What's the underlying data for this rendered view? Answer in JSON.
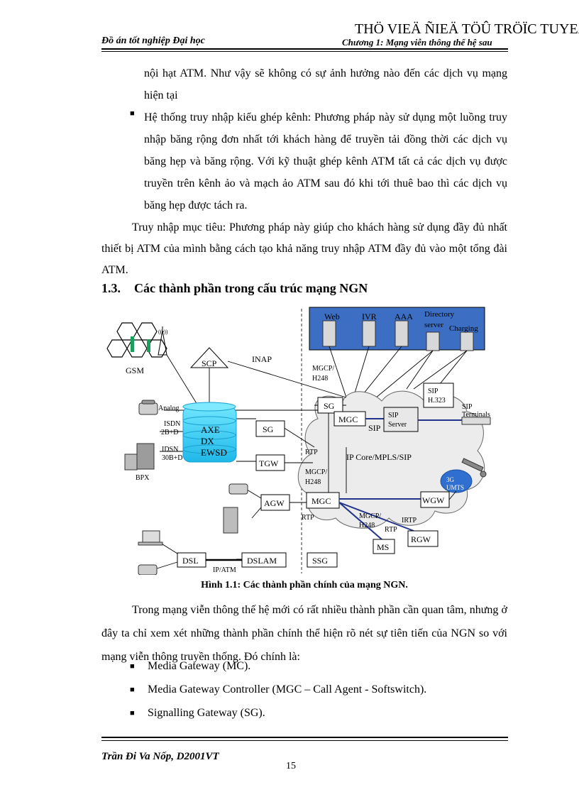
{
  "header": {
    "watermark": "THÖ VIEÄ ÑIEÄ TÖÛ TRÖÏC TUYEÁ",
    "left": "Đồ án tốt nghiệp Đại học",
    "right": "Chương 1: Mạng viễn thông thế hệ sau"
  },
  "body": {
    "para1": "nội hạt ATM. Như vậy sẽ không có sự ảnh hưởng nào đến các dịch vụ mạng hiện tại",
    "bullet1": "Hệ thống truy nhập kiểu ghép kênh: Phương pháp này sử dụng một luồng truy nhập băng rộng đơn nhất tới khách hàng để truyền tải đồng thời các dịch vụ băng hẹp và băng rộng. Với kỹ thuật ghép kênh ATM tất cả các dịch vụ được truyền trên kênh ảo và mạch ảo ATM sau đó khi tới thuê bao thì các dịch vụ băng hẹp được tách ra.",
    "para2": "Truy nhập mục tiêu: Phương pháp này giúp cho khách hàng sử dụng đầy đủ nhất thiết bị ATM của mình bằng cách tạo khả năng truy nhập ATM đầy đủ vào một tổng đài ATM.",
    "section_num": "1.3.",
    "section_title": "Các thành phần trong cấu trúc mạng NGN",
    "caption": "Hình 1.1: Các thành phần chính của mạng NGN.",
    "para3": "Trong mạng viễn thông thế hệ mới có rất nhiều thành phần cần quan tâm, nhưng ở đây ta chỉ xem xét những thành phần chính thể hiện rõ nét sự tiên tiến của NGN so với mạng viễn thông truyền thống. Đó chính là:",
    "list": [
      "Media Gateway (MC).",
      "Media Gateway Controller (MGC – Call Agent - Softswitch).",
      "Signalling Gateway (SG)."
    ]
  },
  "diagram": {
    "servers": [
      "Web",
      "IVR",
      "AAA",
      "Directory server",
      "Charging"
    ],
    "gsm": "GSM",
    "scp": "SCP",
    "inap": "INAP",
    "mgcp_h248_top": [
      "MGCP/",
      "H248"
    ],
    "sg_top": "SG",
    "mgc_top": "MGC",
    "sip_label": "SIP",
    "sip_server": [
      "SIP",
      "Server"
    ],
    "sip_h323": [
      "SIP",
      "H.323"
    ],
    "sip_terminals": [
      "SIP",
      "Terminals"
    ],
    "analog": "Analog",
    "isdn": [
      "ISDN",
      "2B+D"
    ],
    "idsn": [
      "IDSN",
      "30B+D"
    ],
    "exchange": [
      "AXE",
      "DX",
      "EWSD"
    ],
    "sg_mid": "SG",
    "rtp_1": "RTP",
    "tgw": "TGW",
    "ip_core": "IP Core/MPLS/SIP",
    "mgcp_h248_mid": [
      "MGCP/",
      "H248"
    ],
    "bpx": "BPX",
    "umts": [
      "3G",
      "UMTS"
    ],
    "agw": "AGW",
    "mgc_bottom": "MGC",
    "wgw": "WGW",
    "rtp_2": "RTP",
    "mgcp_h248_low": [
      "MGCP/",
      "H248"
    ],
    "irtp": "IRTP",
    "rtp_3": "RTP",
    "rgw": "RGW",
    "ms": "MS",
    "dsl": "DSL",
    "dslam": "DSLAM",
    "ssg": "SSG",
    "ip_atm": "IP/ATM"
  },
  "footer": {
    "author": "Trần Đi Va Nốp,  D2001VT",
    "page": "15"
  }
}
